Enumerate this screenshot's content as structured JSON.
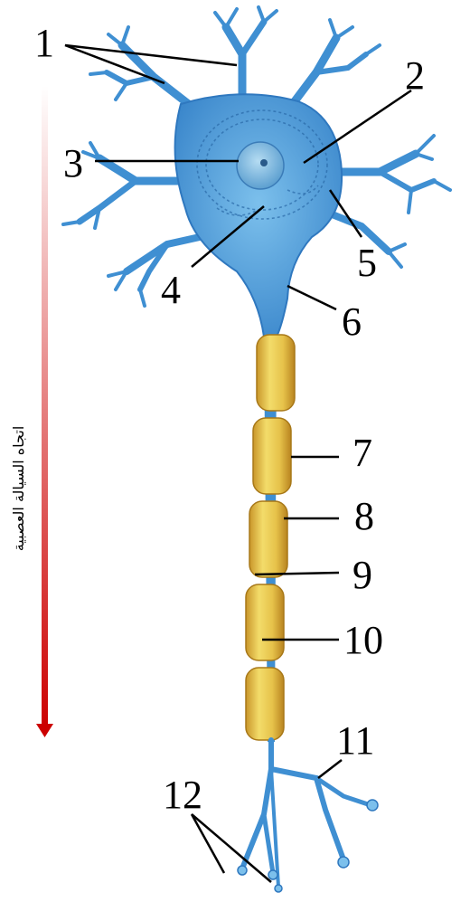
{
  "direction_arrow": {
    "label": "اتجاه السيالة العصبية",
    "gradient_top": "#ffffff",
    "gradient_bottom": "#cc0000"
  },
  "colors": {
    "cell_body": "#4a9ad8",
    "cell_body_dark": "#2f78bf",
    "nucleus": "#7ab8e0",
    "myelin": "#e6c24a",
    "myelin_dark": "#c9962a",
    "leader_line": "#000000"
  },
  "labels": {
    "l1": "1",
    "l2": "2",
    "l3": "3",
    "l4": "4",
    "l5": "5",
    "l6": "6",
    "l7": "7",
    "l8": "8",
    "l9": "9",
    "l10": "10",
    "l11": "11",
    "l12": "12"
  }
}
